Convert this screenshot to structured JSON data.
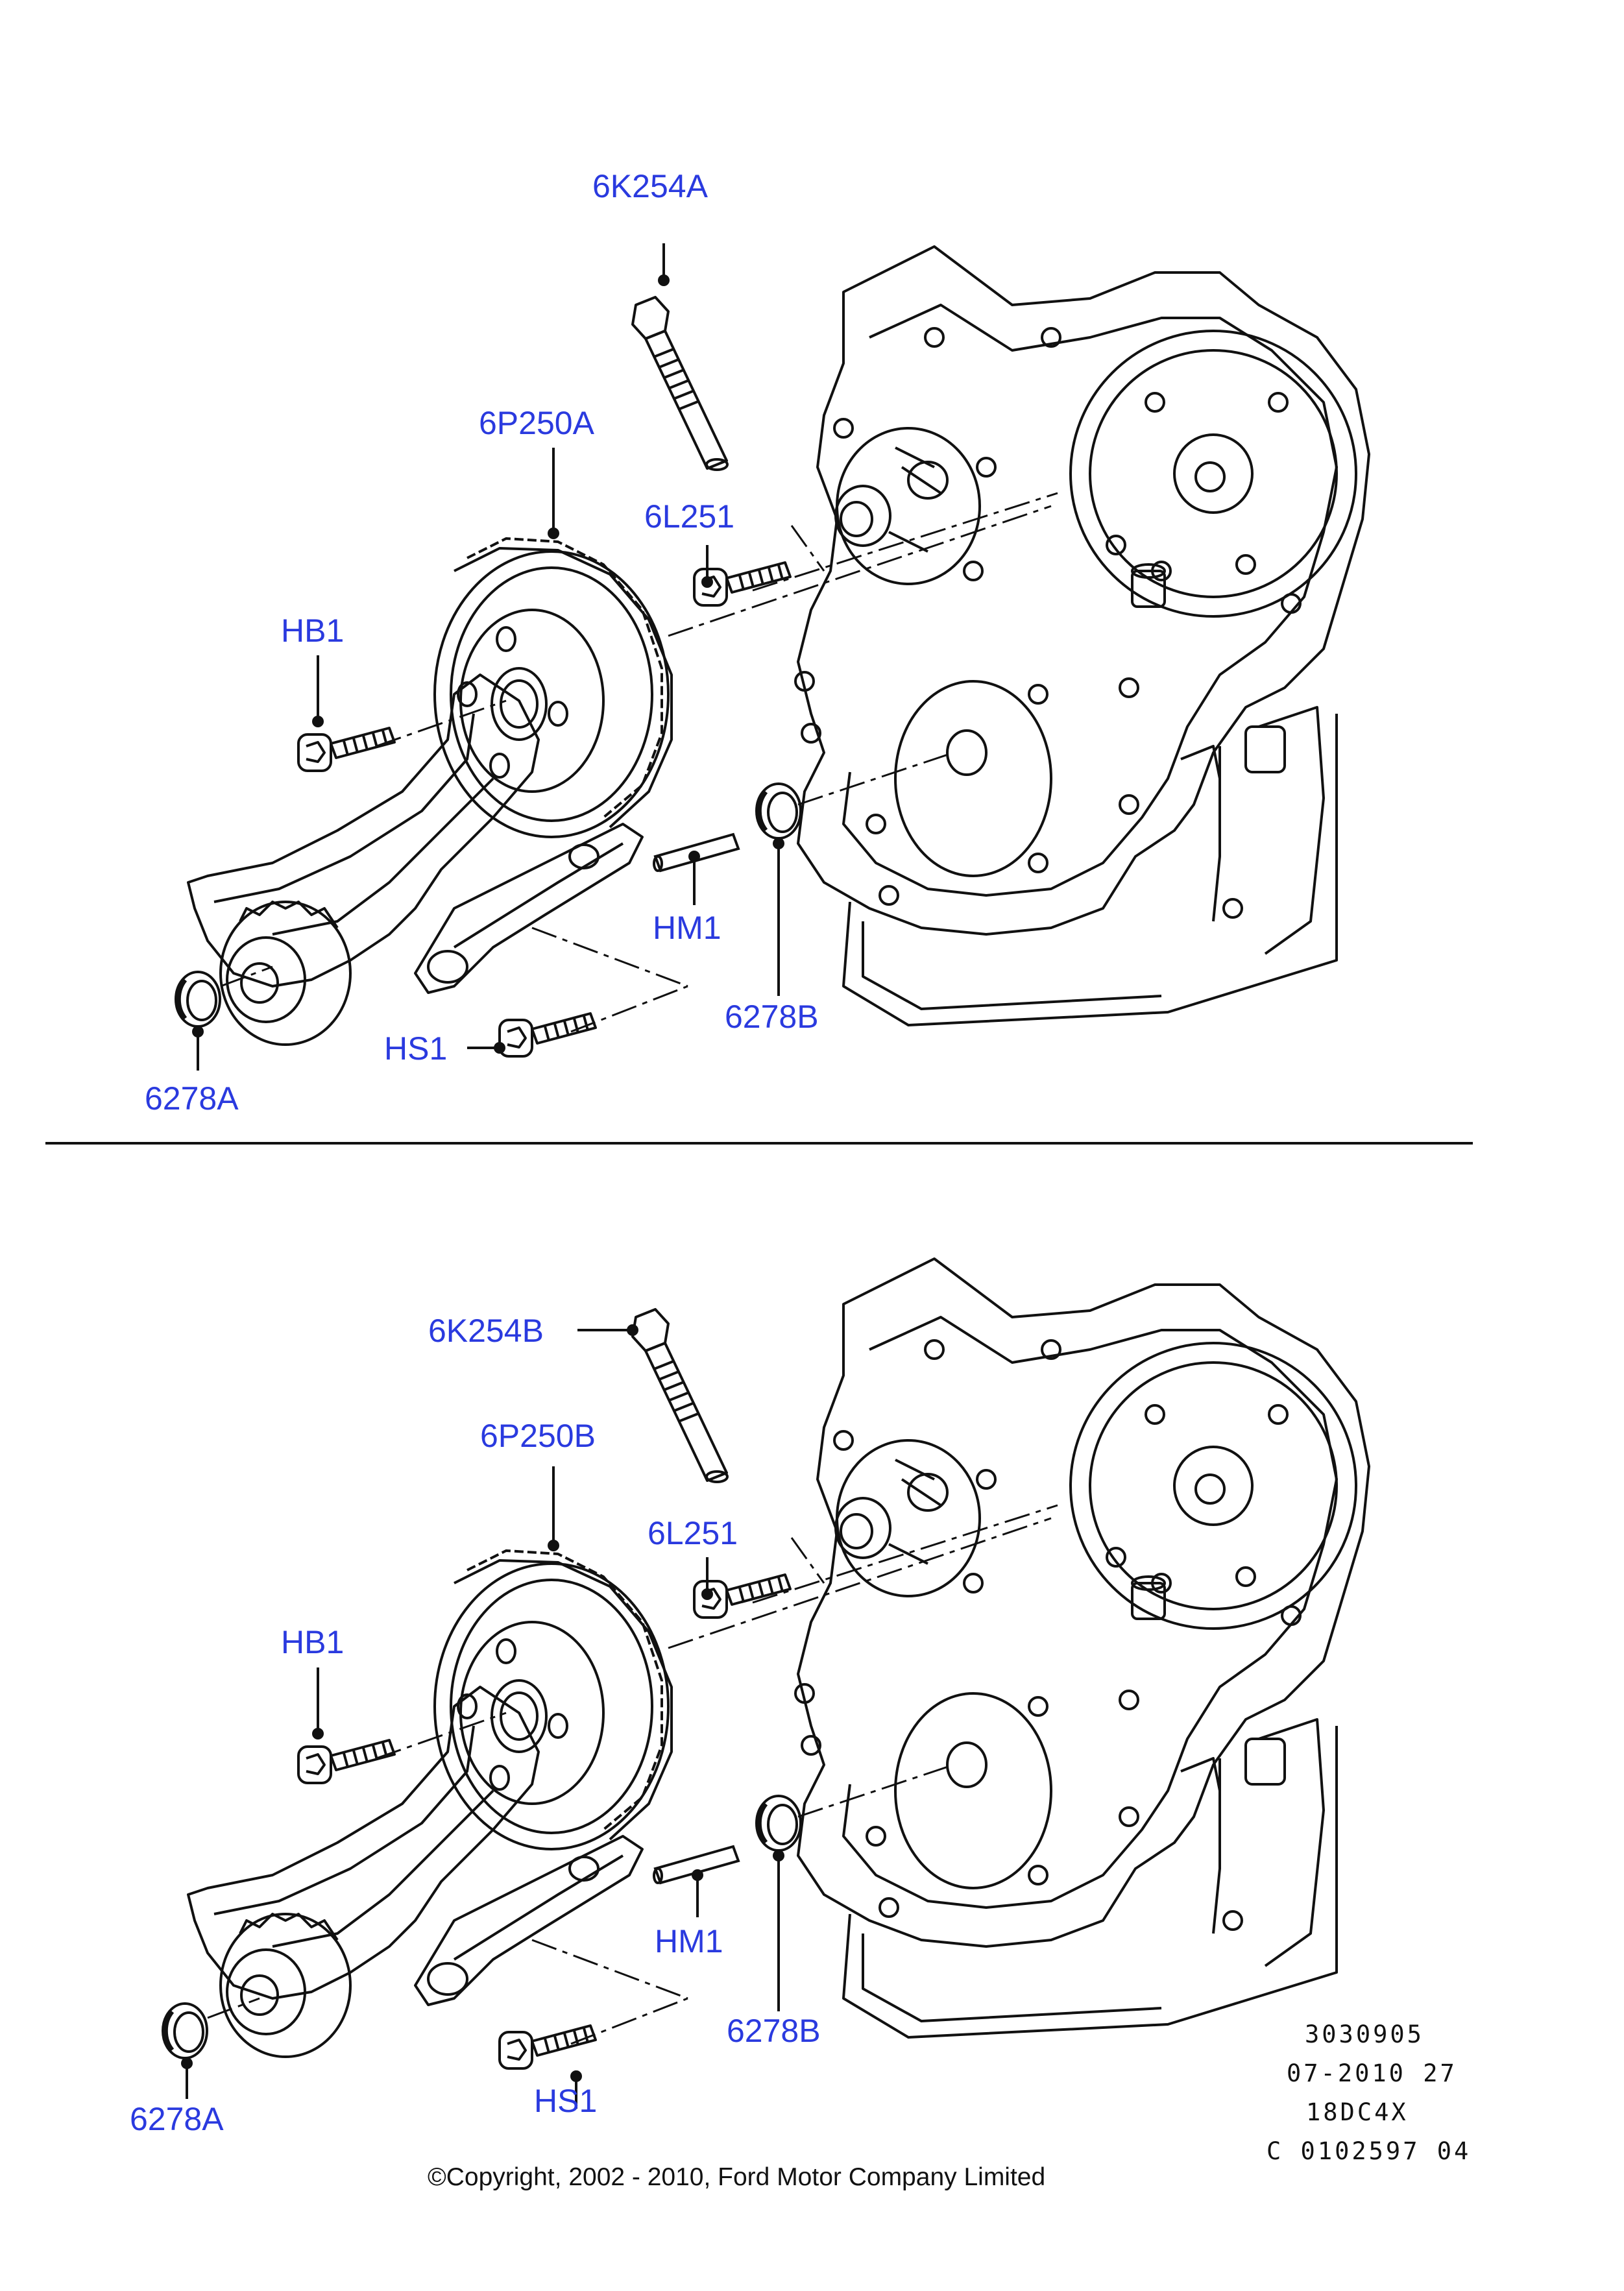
{
  "panels": [
    {
      "labels": {
        "crankshaft_bolt": "6K254A",
        "chain_kit": "6P250A",
        "tensioner_bolt": "6L251",
        "guide_bolt": "HB1",
        "dowel_pin": "HM1",
        "guide_screw": "HS1",
        "seal_outer": "6278A",
        "seal_inner": "6278B"
      }
    },
    {
      "labels": {
        "crankshaft_bolt": "6K254B",
        "chain_kit": "6P250B",
        "tensioner_bolt": "6L251",
        "guide_bolt": "HB1",
        "dowel_pin": "HM1",
        "guide_screw": "HS1",
        "seal_outer": "6278A",
        "seal_inner": "6278B"
      }
    }
  ],
  "reference": {
    "line1": "3030905",
    "line2": "07-2010 27",
    "line3": "18DC4X",
    "line4": "C 0102597 04"
  },
  "copyright": "©Copyright, 2002 - 2010, Ford Motor Company Limited",
  "colors": {
    "label": "#2a3adf",
    "line_art": "#111111",
    "background": "#ffffff"
  }
}
